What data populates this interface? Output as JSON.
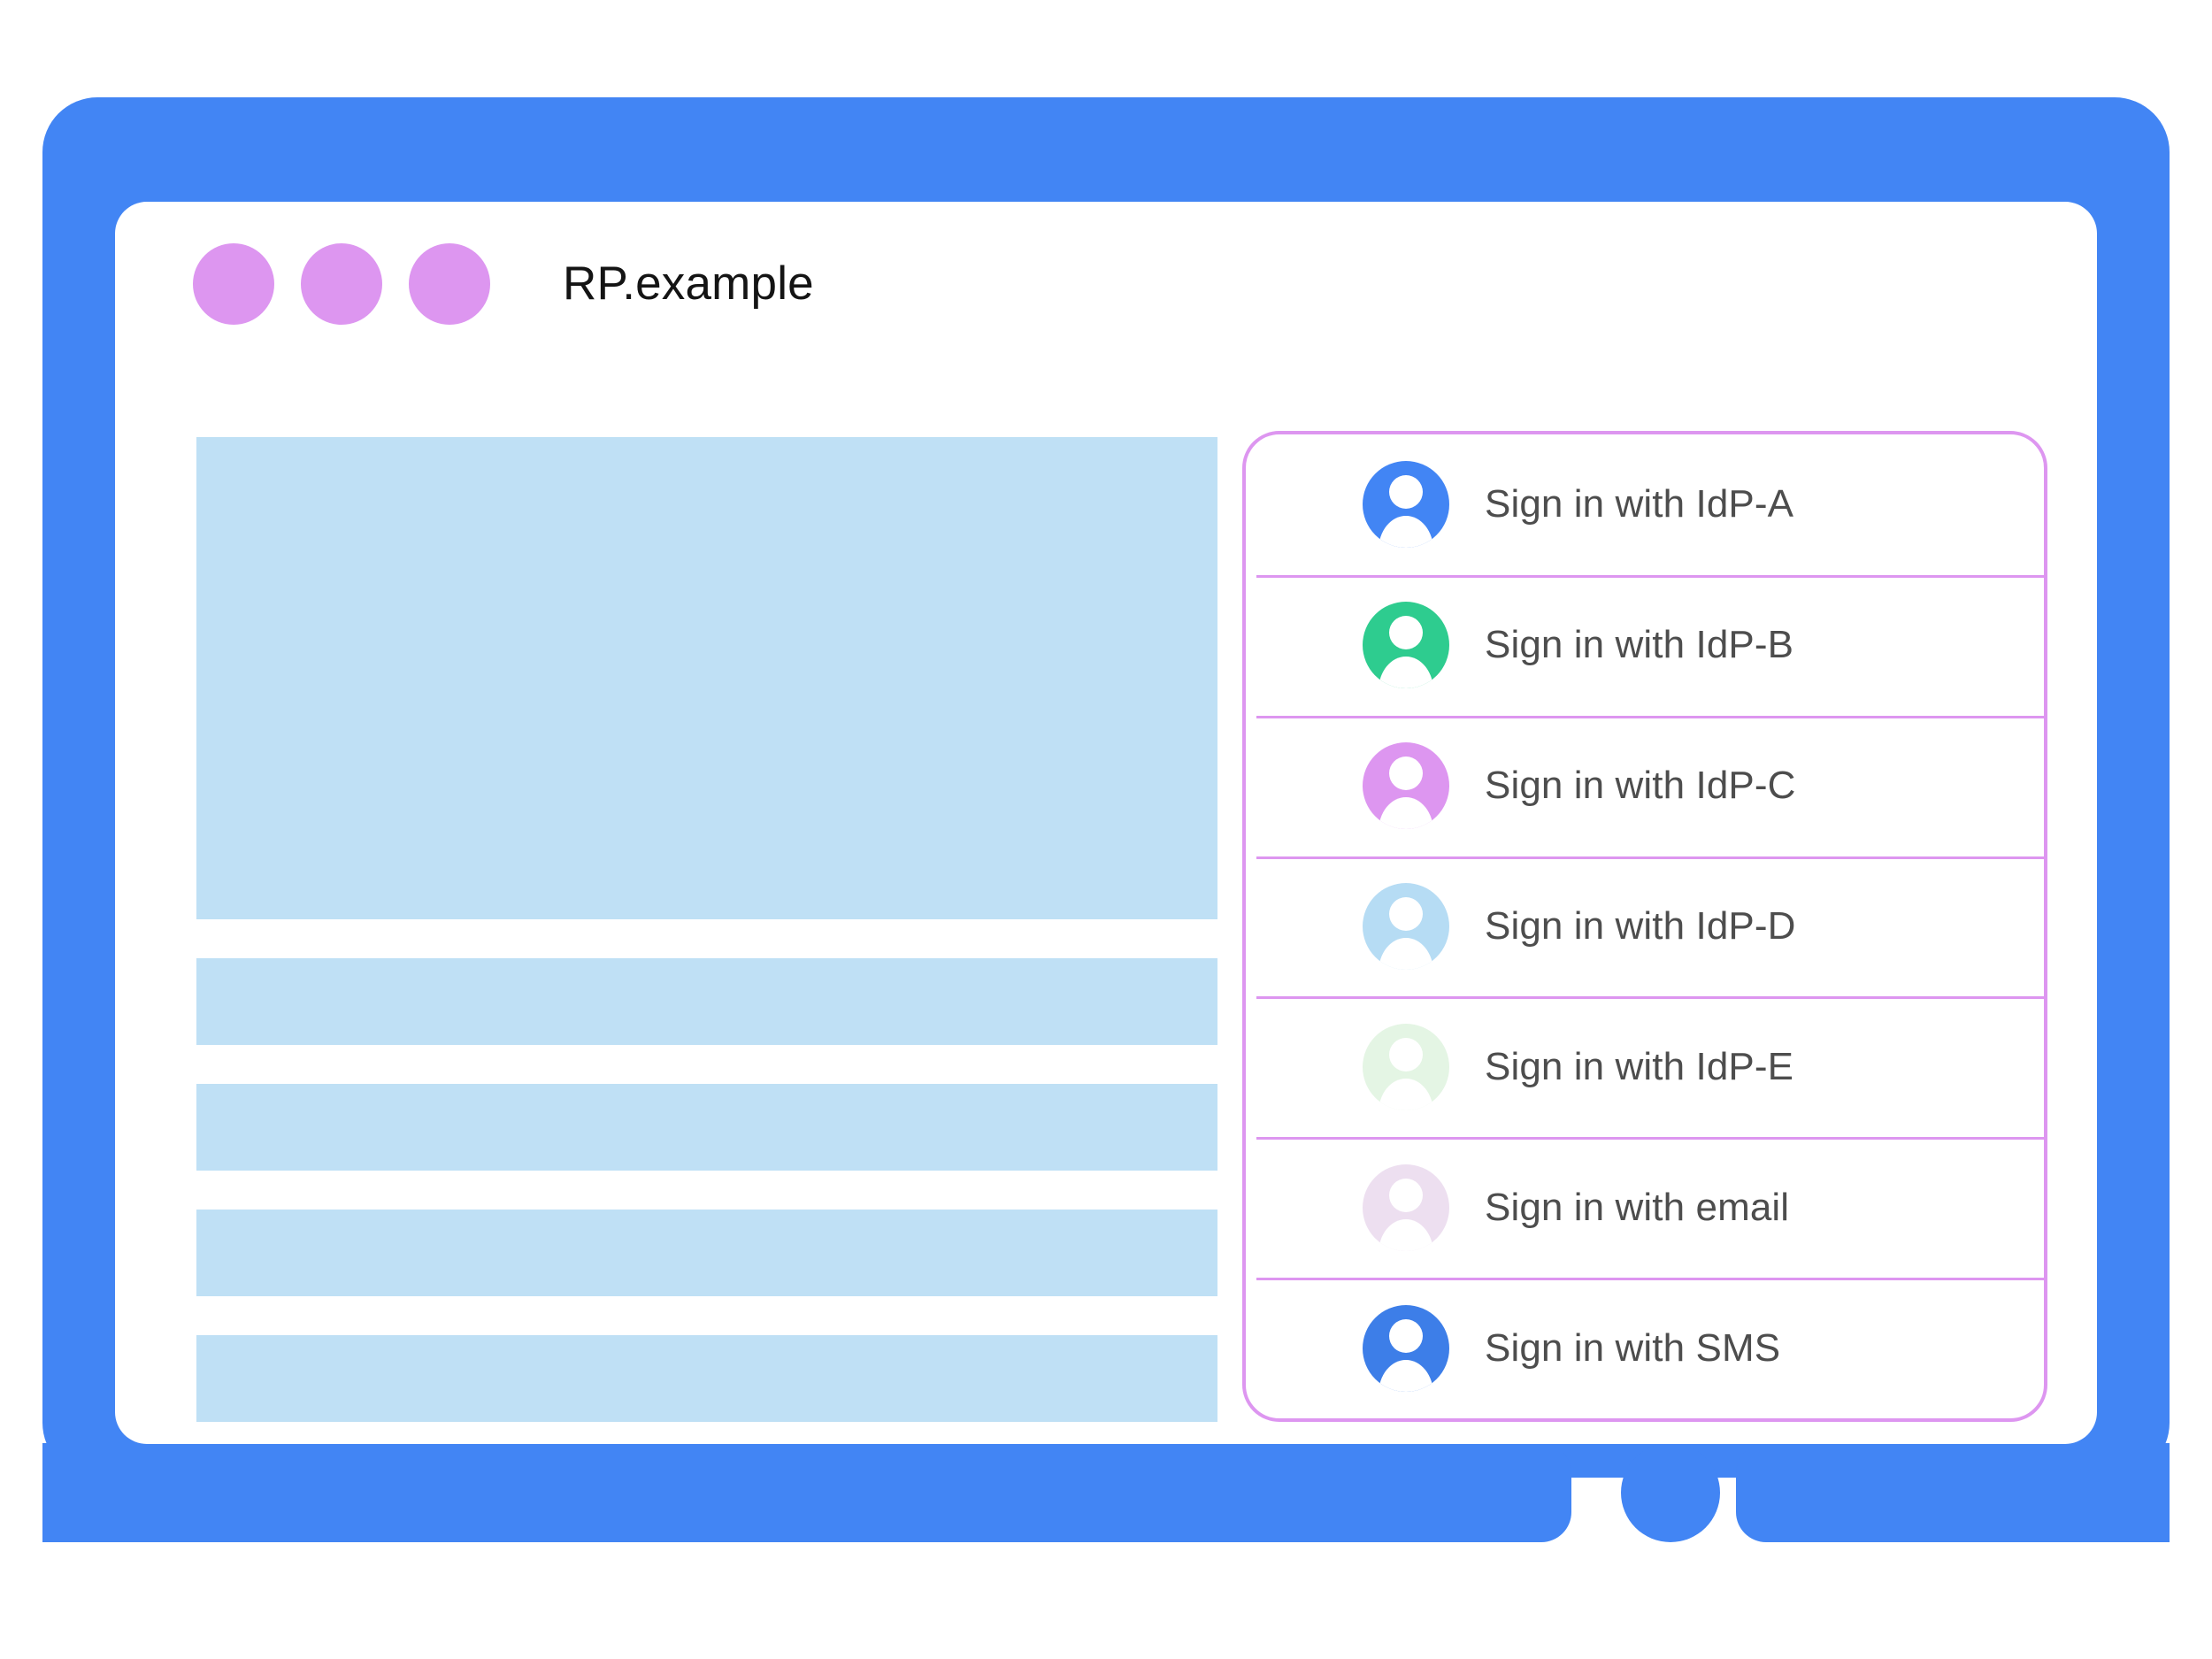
{
  "window": {
    "title": "RP.example",
    "dots": [
      "window-dot-1",
      "window-dot-2",
      "window-dot-3"
    ],
    "frame_color": "#4285f4",
    "dot_color": "#dd96f0"
  },
  "content": {
    "placeholder_color": "#bfe0f5",
    "blocks": [
      {
        "name": "hero"
      },
      {
        "name": "bar-1"
      },
      {
        "name": "bar-2"
      },
      {
        "name": "bar-3"
      },
      {
        "name": "bar-4"
      }
    ]
  },
  "account_chooser": {
    "border_color": "#dd96f0",
    "items": [
      {
        "label": "Sign in with IdP-A",
        "icon": "avatar-icon",
        "avatar_color": "#4285f4"
      },
      {
        "label": "Sign in with IdP-B",
        "icon": "avatar-icon",
        "avatar_color": "#2ecc8f"
      },
      {
        "label": "Sign in with IdP-C",
        "icon": "avatar-icon",
        "avatar_color": "#dd96f0"
      },
      {
        "label": "Sign in with IdP-D",
        "icon": "avatar-icon",
        "avatar_color": "#b6dcf4"
      },
      {
        "label": "Sign in with IdP-E",
        "icon": "avatar-icon",
        "avatar_color": "#e4f5e4"
      },
      {
        "label": "Sign in with email",
        "icon": "avatar-icon",
        "avatar_color": "#eddff0"
      },
      {
        "label": "Sign in with SMS",
        "icon": "avatar-icon",
        "avatar_color": "#3d7ee8"
      }
    ]
  }
}
